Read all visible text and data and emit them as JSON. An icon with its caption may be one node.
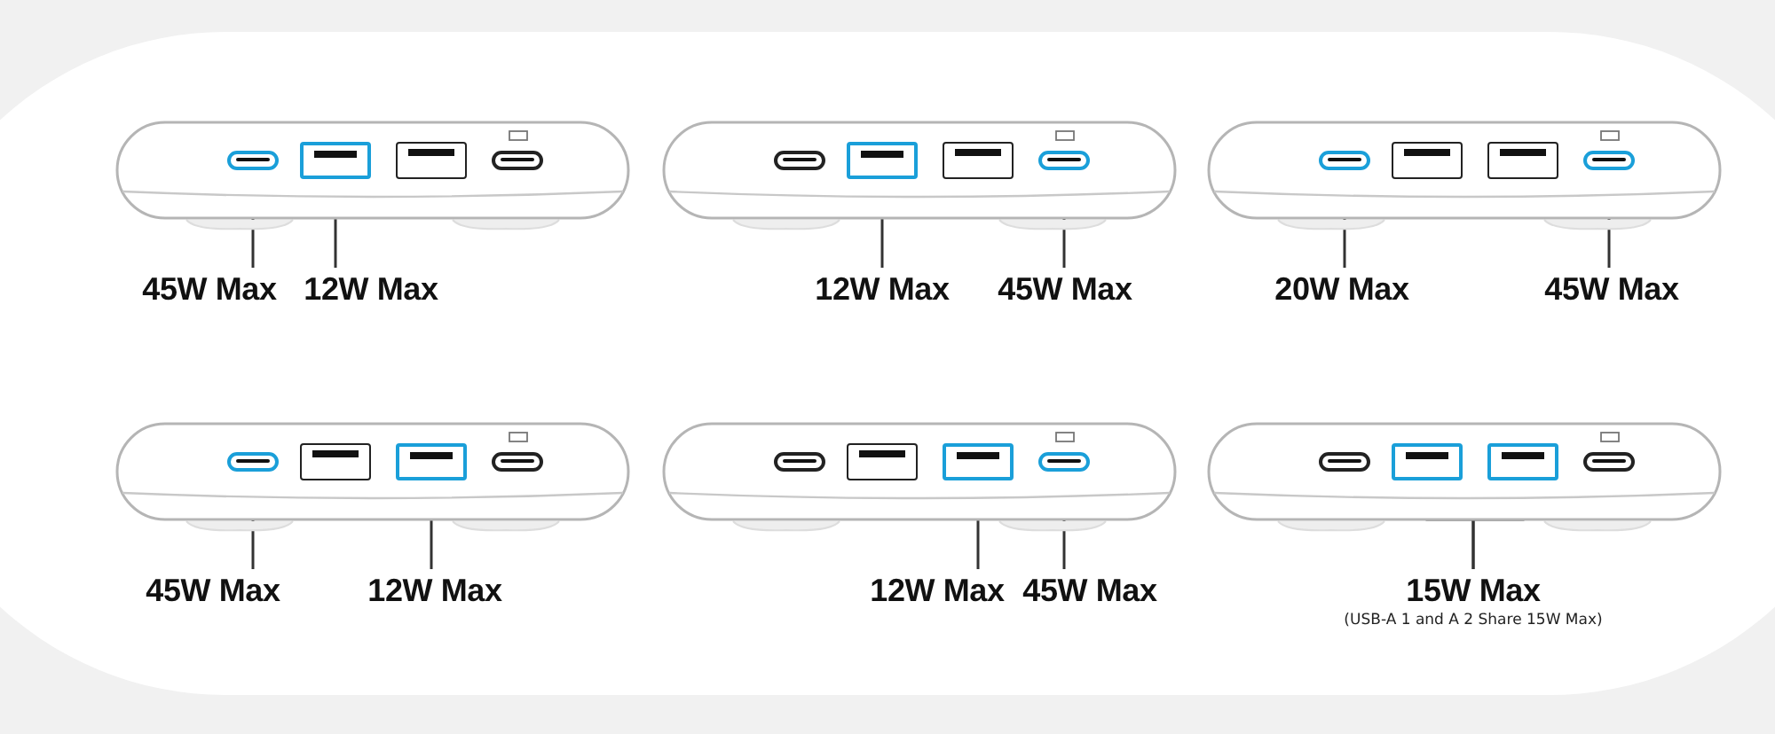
{
  "diagram": {
    "nodes": [
      {
        "text": [],
        "shape": "box"
      },
      {
        "text": [],
        "shape": "bar",
        "in": 0
      },
      {
        "text": [],
        "shape": "box",
        "in": 0
      },
      {
        "text": [],
        "shape": "box",
        "in": 0
      },
      {
        "text": [],
        "shape": "bar",
        "in": 0
      },
      {
        "text": [
          "45W Max"
        ]
      },
      {
        "text": [
          "12W Max"
        ]
      },
      {
        "text": [],
        "shape": "box"
      },
      {
        "text": [],
        "shape": "bar",
        "in": 7
      },
      {
        "text": [],
        "shape": "box",
        "in": 7
      },
      {
        "text": [],
        "shape": "box",
        "in": 7
      },
      {
        "text": [],
        "shape": "bar",
        "in": 7
      },
      {
        "text": [
          "12W Max"
        ]
      },
      {
        "text": [
          "45W Max"
        ]
      },
      {
        "text": [],
        "shape": "box"
      },
      {
        "text": [],
        "shape": "bar",
        "in": 14
      },
      {
        "text": [],
        "shape": "box",
        "in": 14
      },
      {
        "text": [],
        "shape": "box",
        "in": 14
      },
      {
        "text": [],
        "shape": "bar",
        "in": 14
      },
      {
        "text": [
          "20W Max"
        ]
      },
      {
        "text": [
          "45W Max"
        ]
      },
      {
        "text": [],
        "shape": "box"
      },
      {
        "text": [],
        "shape": "bar",
        "in": 21
      },
      {
        "text": [],
        "shape": "box",
        "in": 21
      },
      {
        "text": [],
        "shape": "box",
        "in": 21
      },
      {
        "text": [],
        "shape": "bar",
        "in": 21
      },
      {
        "text": [
          "45W Max"
        ]
      },
      {
        "text": [
          "12W Max"
        ]
      },
      {
        "text": [],
        "shape": "box"
      },
      {
        "text": [],
        "shape": "bar",
        "in": 28
      },
      {
        "text": [],
        "shape": "box",
        "in": 28
      },
      {
        "text": [],
        "shape": "box",
        "in": 28
      },
      {
        "text": [],
        "shape": "bar",
        "in": 28
      },
      {
        "text": [
          "12W Max"
        ]
      },
      {
        "text": [
          "45W Max"
        ]
      },
      {
        "text": [],
        "shape": "box"
      },
      {
        "text": [],
        "shape": "bar",
        "in": 35
      },
      {
        "text": [],
        "shape": "box",
        "in": 35
      },
      {
        "text": [],
        "shape": "box",
        "in": 35
      },
      {
        "text": [],
        "shape": "bar",
        "in": 35
      },
      {
        "text": [
          "15W Max",
          "(USB-A 1 and A 2 Share 15W Max)"
        ]
      }
    ],
    "edges": [
      {
        "from": 5,
        "to": 1,
        "arrow": "none"
      },
      {
        "from": 6,
        "to": 2,
        "arrow": "none"
      },
      {
        "from": 12,
        "to": 9,
        "arrow": "none"
      },
      {
        "from": 13,
        "to": 11,
        "arrow": "none"
      },
      {
        "from": 19,
        "to": 15,
        "arrow": "none"
      },
      {
        "from": 20,
        "to": 18,
        "arrow": "none"
      },
      {
        "from": 26,
        "to": 22,
        "arrow": "none"
      },
      {
        "from": 27,
        "to": 24,
        "arrow": "none"
      },
      {
        "from": 33,
        "to": 31,
        "arrow": "none"
      },
      {
        "from": 34,
        "to": 32,
        "arrow": "none"
      },
      {
        "from": 40,
        "to": 37,
        "arrow": "none"
      },
      {
        "from": 40,
        "to": 38,
        "arrow": "none"
      }
    ]
  }
}
